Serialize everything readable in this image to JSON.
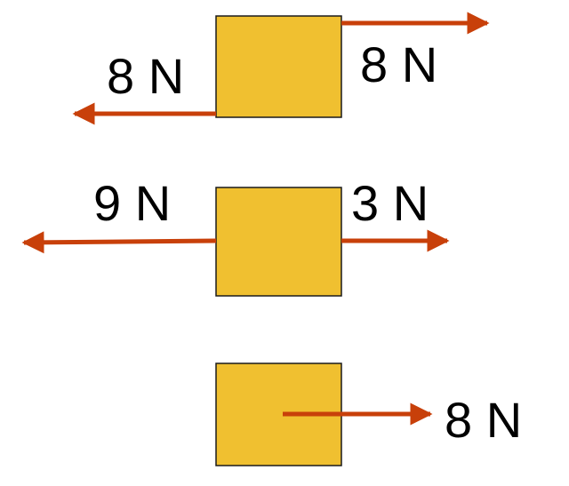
{
  "colors": {
    "box_fill": "#F0C030",
    "arrow": "#C8400A"
  },
  "scenarios": [
    {
      "forces": [
        {
          "direction": "left",
          "label": "8 N"
        },
        {
          "direction": "right",
          "label": "8 N"
        }
      ]
    },
    {
      "forces": [
        {
          "direction": "left",
          "label": "9 N"
        },
        {
          "direction": "right",
          "label": "3 N"
        }
      ]
    },
    {
      "forces": [
        {
          "direction": "right",
          "label": "8 N"
        }
      ]
    }
  ]
}
